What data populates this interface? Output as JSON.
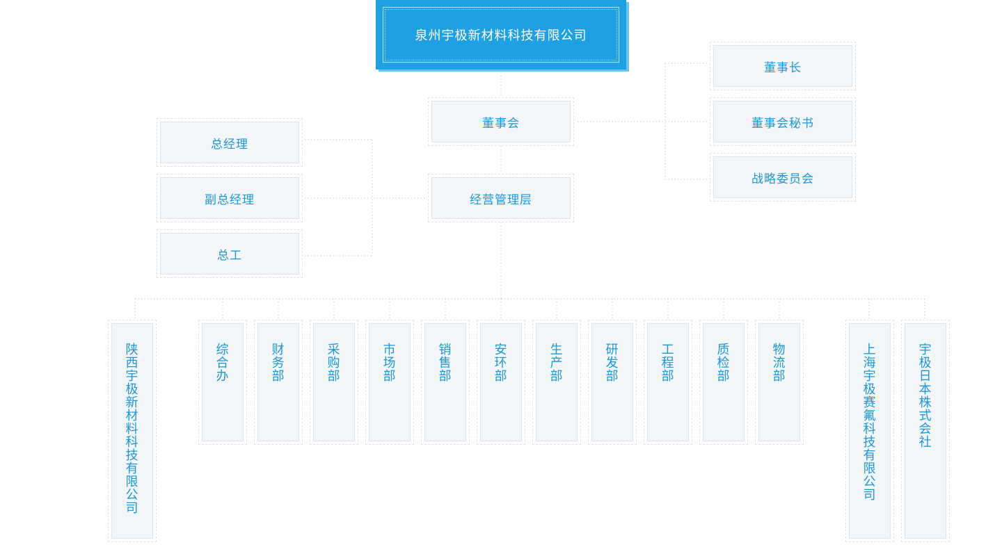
{
  "root": {
    "label": "泉州宇极新材料科技有限公司"
  },
  "board": {
    "label": "董事会"
  },
  "board_branches": [
    "董事长",
    "董事会秘书",
    "战略委员会"
  ],
  "management": {
    "label": "经营管理层"
  },
  "management_branches": [
    "总经理",
    "副总经理",
    "总工"
  ],
  "subsidiary_left": "陕西宇极新材料科技有限公司",
  "departments": [
    "综合办",
    "财务部",
    "采购部",
    "市场部",
    "销售部",
    "安环部",
    "生产部",
    "研发部",
    "工程部",
    "质检部",
    "物流部"
  ],
  "subsidiaries_right": [
    "上海宇极赛氟科技有限公司",
    "宇极日本株式会社"
  ],
  "colors": {
    "accent": "#1ea0e2",
    "text": "#1e96d7",
    "box_fill": "#f3f6f8",
    "connector": "#c8cdd2"
  }
}
